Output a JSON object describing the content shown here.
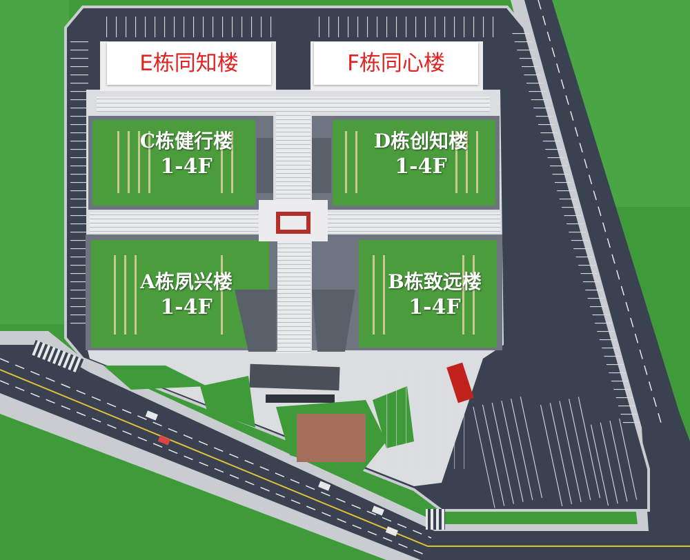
{
  "banners": [
    {
      "id": "e",
      "text": "E栋同知楼"
    },
    {
      "id": "f",
      "text": "F栋同心楼"
    }
  ],
  "buildings": [
    {
      "id": "c",
      "name": "C栋健行楼",
      "floors": "1-4F"
    },
    {
      "id": "d",
      "name": "D栋创知楼",
      "floors": "1-4F"
    },
    {
      "id": "a",
      "name": "A栋夙兴楼",
      "floors": "1-4F"
    },
    {
      "id": "b",
      "name": "B栋致远楼",
      "floors": "1-4F"
    }
  ],
  "colors": {
    "grass": "#3f9a3a",
    "roof_grass": "#4a9c3c",
    "road": "#3a4150",
    "sidewalk": "#c9ccd0",
    "plaza": "#dcdde0",
    "banner_text": "#e02424",
    "label_text": "#ffffff",
    "red_vehicle": "#c0231e"
  }
}
